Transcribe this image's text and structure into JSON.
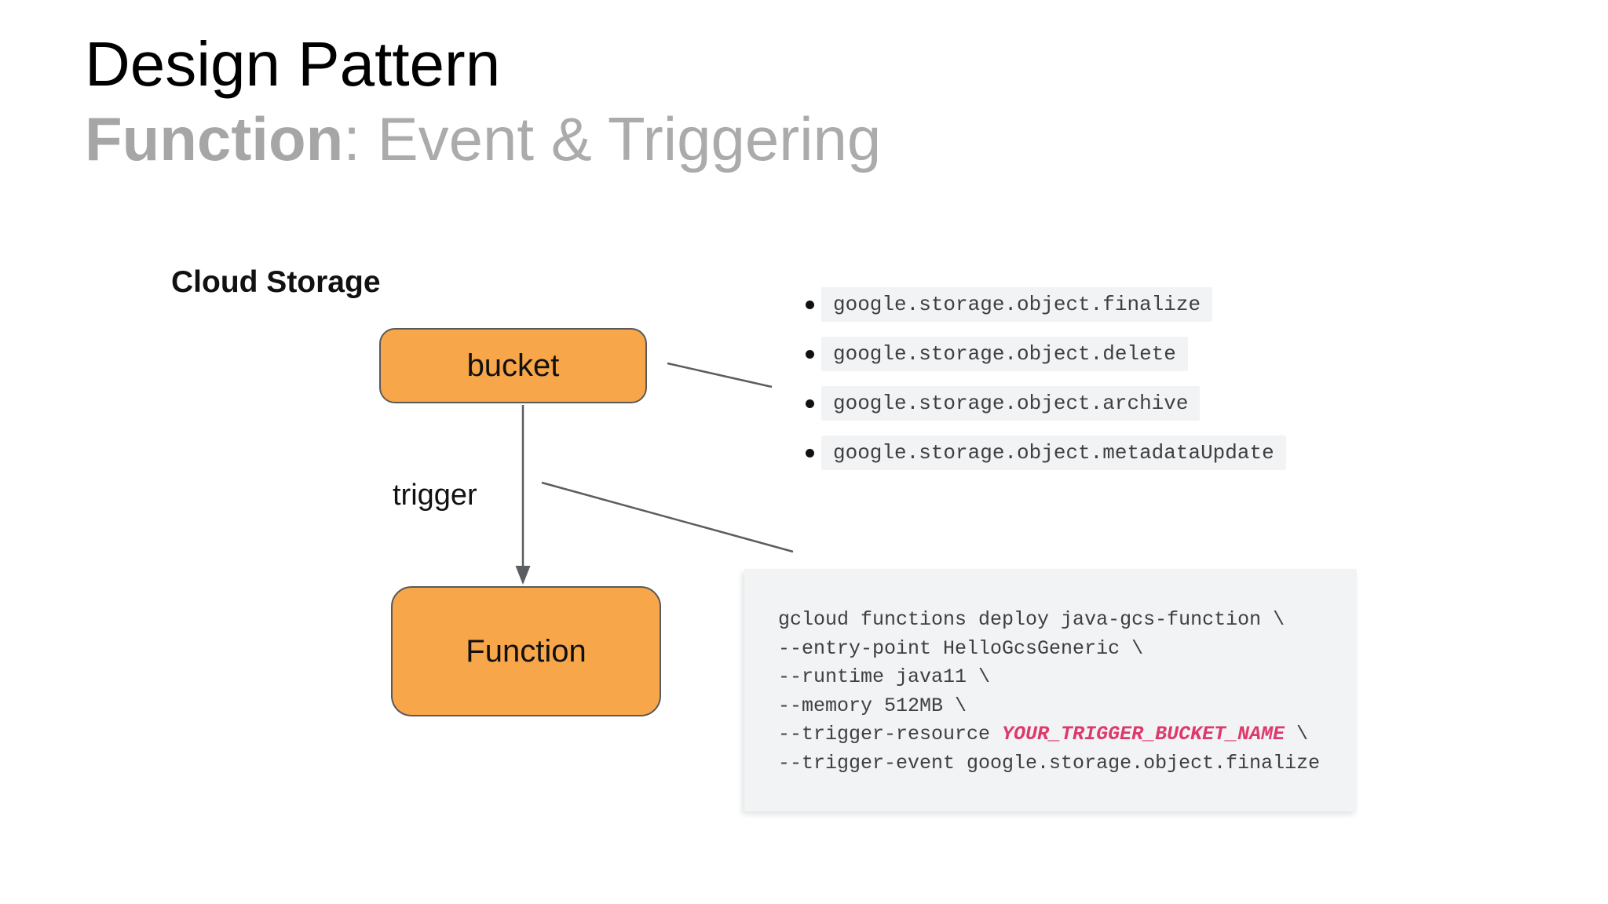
{
  "slide": {
    "title": "Design Pattern",
    "subtitle": {
      "bold_part": "Function",
      "rest_part": ": Event & Triggering"
    },
    "section_label": "Cloud Storage",
    "diagram": {
      "bucket_label": "bucket",
      "function_label": "Function",
      "trigger_label": "trigger"
    },
    "events": [
      "google.storage.object.finalize",
      "google.storage.object.delete",
      "google.storage.object.archive",
      "google.storage.object.metadataUpdate"
    ],
    "code": {
      "lines": [
        "gcloud functions deploy java-gcs-function \\",
        "--entry-point HelloGcsGeneric \\",
        "--runtime java11 \\",
        "--memory 512MB \\"
      ],
      "trigger_resource_prefix": "--trigger-resource ",
      "trigger_resource_placeholder": "YOUR_TRIGGER_BUCKET_NAME",
      "trigger_resource_suffix": " \\",
      "last_line": "--trigger-event google.storage.object.finalize"
    },
    "colors": {
      "node_fill": "#F8A64A",
      "node_border": "#595959",
      "code_background": "#F1F3F4",
      "code_text": "#3C4043",
      "placeholder_pink": "#DD3A6C",
      "subtitle_gray": "#ABABAB",
      "connector_gray": "#5A5D61"
    }
  }
}
